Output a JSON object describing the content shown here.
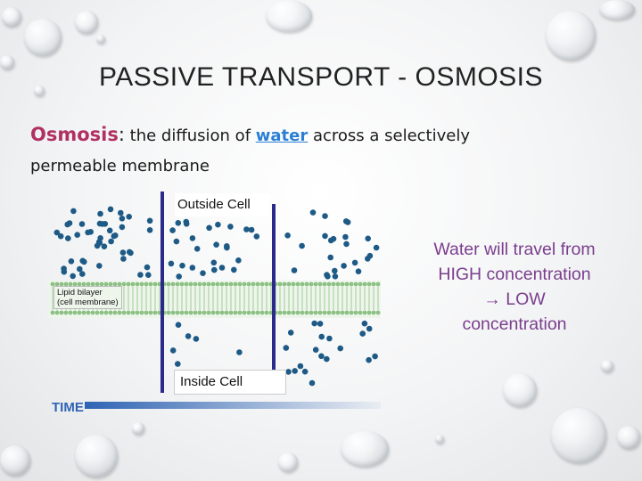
{
  "slide": {
    "title": "PASSIVE TRANSPORT - OSMOSIS",
    "definition": {
      "term": "Osmosis",
      "colon": ":",
      "text_before": " the diffusion of ",
      "highlight": "water",
      "text_after": " across a selectively permeable membrane"
    },
    "diagram": {
      "outside_label": "Outside Cell",
      "inside_label": "Inside Cell",
      "membrane_label_line1": "Lipid bilayer",
      "membrane_label_line2": "(cell membrane)",
      "time_label": "TIME"
    },
    "summary": {
      "line1": "Water will travel from",
      "line2": "HIGH concentration",
      "arrow": "→",
      "line3": " LOW",
      "line4": "concentration"
    }
  },
  "colors": {
    "accent_term": "#b03060",
    "accent_water": "#2a7fd4",
    "summary_text": "#7a3e8e",
    "dots": "#1e5a86",
    "divider": "#2a2a8a",
    "membrane": "#8cc084",
    "time_bar": "#2f64b4"
  }
}
